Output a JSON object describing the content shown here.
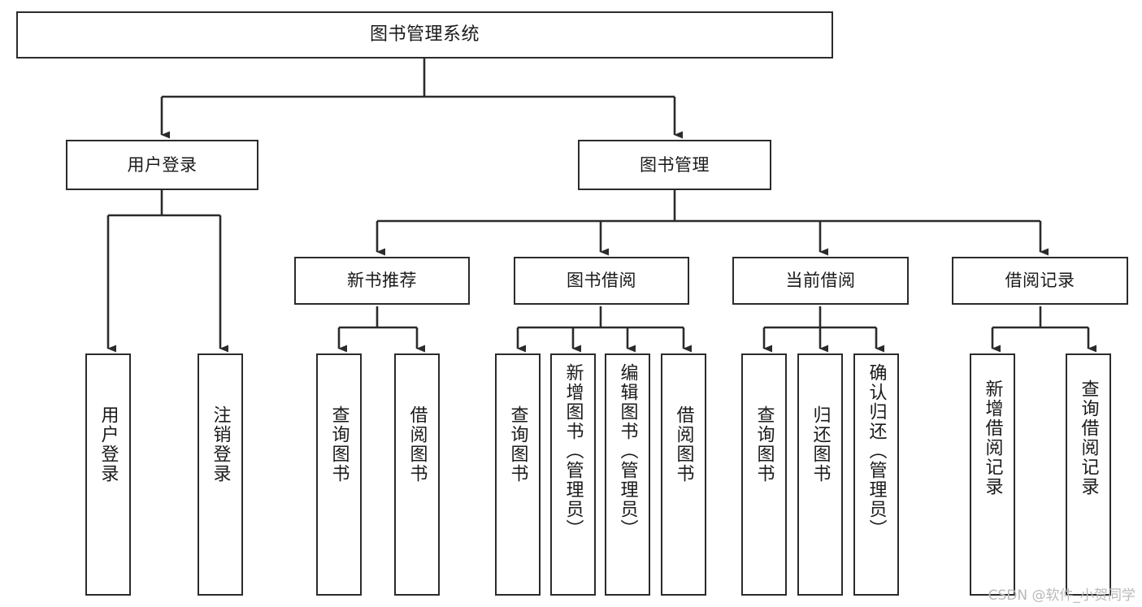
{
  "diagram": {
    "title": "图书管理系统",
    "type": "tree-hierarchy",
    "watermark": "CSDN @软件_小贺同学",
    "colors": {
      "box_border": "#2b2b2b",
      "box_fill": "#ffffff",
      "connector": "#2b2b2b",
      "text": "#1a1a1a",
      "watermark": "#b9b9b9"
    }
  },
  "nodes": {
    "root": {
      "label": "图书管理系统"
    },
    "level2": [
      {
        "id": "user-login",
        "label": "用户登录"
      },
      {
        "id": "book-manage",
        "label": "图书管理"
      }
    ],
    "level3": [
      {
        "id": "new-book-recommend",
        "label": "新书推荐"
      },
      {
        "id": "book-borrow",
        "label": "图书借阅"
      },
      {
        "id": "current-borrow",
        "label": "当前借阅"
      },
      {
        "id": "borrow-record",
        "label": "借阅记录"
      }
    ],
    "leaves": {
      "user_login": [
        {
          "id": "leaf-user-login",
          "label": "用户登录"
        },
        {
          "id": "leaf-logout-login",
          "label": "注销登录"
        }
      ],
      "new_book_recommend": [
        {
          "id": "leaf-query-book-1",
          "label": "查询图书"
        },
        {
          "id": "leaf-borrow-book-1",
          "label": "借阅图书"
        }
      ],
      "book_borrow": [
        {
          "id": "leaf-query-book-2",
          "label": "查询图书"
        },
        {
          "id": "leaf-add-book",
          "label": "新增图书（管理员）"
        },
        {
          "id": "leaf-edit-book",
          "label": "编辑图书（管理员）"
        },
        {
          "id": "leaf-borrow-book-2",
          "label": "借阅图书"
        }
      ],
      "current_borrow": [
        {
          "id": "leaf-query-book-3",
          "label": "查询图书"
        },
        {
          "id": "leaf-return-book",
          "label": "归还图书"
        },
        {
          "id": "leaf-confirm-return",
          "label": "确认归还（管理员）"
        }
      ],
      "borrow_record": [
        {
          "id": "leaf-add-record",
          "label": "新增借阅记录"
        },
        {
          "id": "leaf-query-record",
          "label": "查询借阅记录"
        }
      ]
    }
  }
}
